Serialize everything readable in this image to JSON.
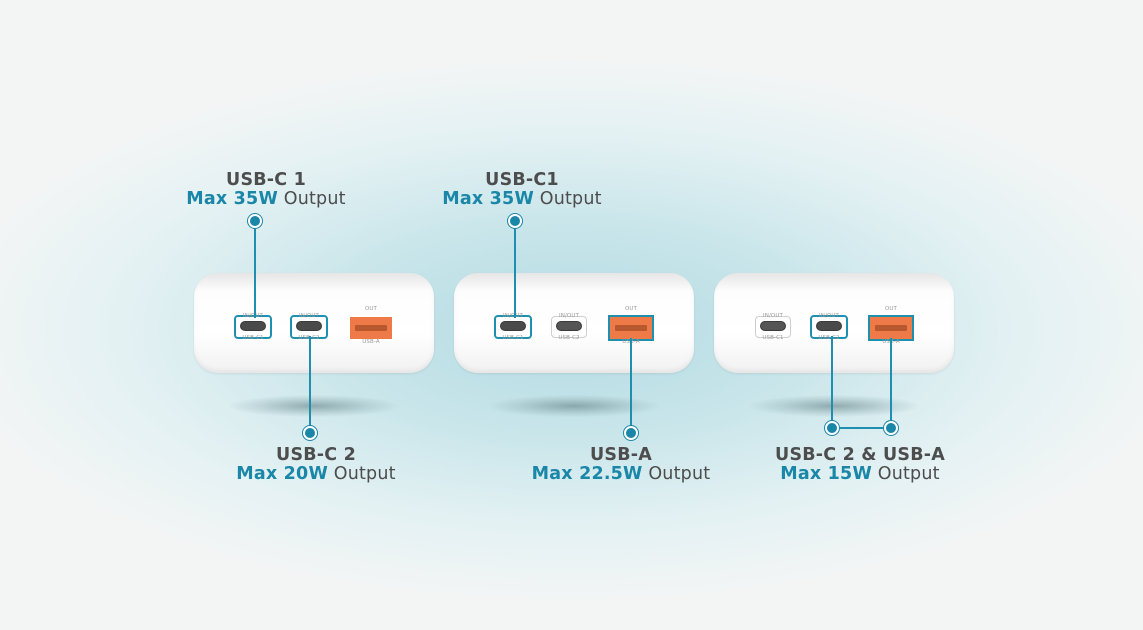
{
  "accent_color": "#1a86a8",
  "panels": [
    {
      "top_label": {
        "title": "USB-C 1",
        "value": "Max 35W",
        "suffix": " Output"
      },
      "bottom_label": {
        "title": "USB-C 2",
        "value": "Max 20W",
        "suffix": " Output"
      },
      "ports": {
        "c1_top": "IN/OUT",
        "c1_bottom": "USB-C1",
        "c2_top": "IN/OUT",
        "c2_bottom": "USB-C2",
        "a_top": "OUT",
        "a_bottom": "USB-A"
      },
      "highlighted": [
        "usb-c1",
        "usb-c2"
      ]
    },
    {
      "top_label": {
        "title": "USB-C1",
        "value": "Max 35W",
        "suffix": " Output"
      },
      "bottom_label": {
        "title": "USB-A",
        "value": "Max 22.5W",
        "suffix": " Output"
      },
      "ports": {
        "c1_top": "IN/OUT",
        "c1_bottom": "USB-C1",
        "c2_top": "IN/OUT",
        "c2_bottom": "USB-C2",
        "a_top": "OUT",
        "a_bottom": "USB-A"
      },
      "highlighted": [
        "usb-c1",
        "usb-a"
      ]
    },
    {
      "bottom_label": {
        "title": "USB-C 2 & USB-A",
        "value": "Max 15W",
        "suffix": " Output"
      },
      "ports": {
        "c1_top": "IN/OUT",
        "c1_bottom": "USB-C1",
        "c2_top": "IN/OUT",
        "c2_bottom": "USB-C2",
        "a_top": "OUT",
        "a_bottom": "USB-A"
      },
      "highlighted": [
        "usb-c2",
        "usb-a"
      ]
    }
  ]
}
